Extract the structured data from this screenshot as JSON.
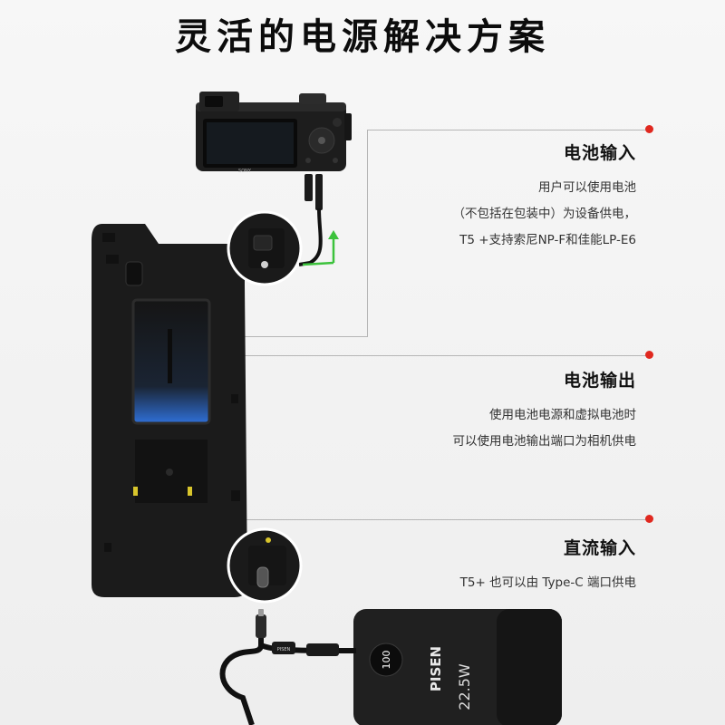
{
  "page": {
    "title": "灵活的电源解决方案"
  },
  "features": [
    {
      "title": "电池输入",
      "lines": [
        "用户可以使用电池",
        "（不包括在包装中）为设备供电，",
        "T5 +支持索尼NP-F和佳能LP-E6"
      ]
    },
    {
      "title": "电池输出",
      "lines": [
        "使用电池电源和虚拟电池时",
        "可以使用电池输出端口为相机供电"
      ]
    },
    {
      "title": "直流输入",
      "lines": [
        "T5+ 也可以由 Type-C 端口供电"
      ]
    }
  ],
  "product": {
    "camera_brand": "SONY",
    "powerbank_brand": "PISEN",
    "powerbank_power": "22.5W",
    "powerbank_display": "100",
    "cable_brand": "PISEN"
  },
  "colors": {
    "accent_dot": "#e0281f",
    "cable_green": "#3cc23c",
    "battery_glow": "#2f6fd6"
  }
}
